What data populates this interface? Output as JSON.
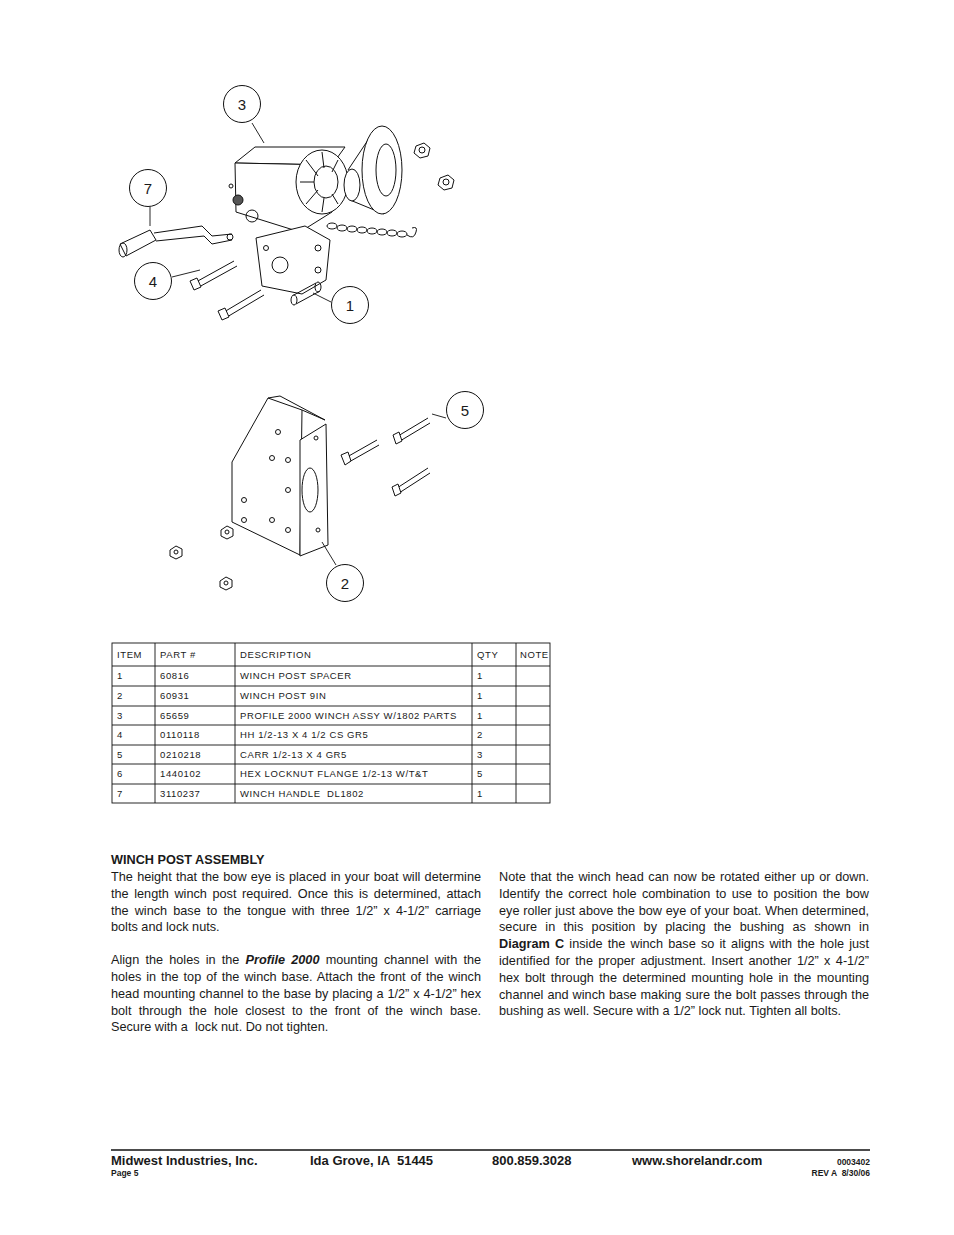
{
  "diagram": {
    "title": "WINCH POST ASSEMBLY",
    "nodes": [
      {
        "text": [
          "3"
        ]
      },
      {
        "text": [
          "7"
        ]
      },
      {
        "text": [
          "4"
        ]
      },
      {
        "text": [
          "1"
        ]
      },
      {
        "text": [
          "5"
        ]
      },
      {
        "text": [
          "2"
        ]
      }
    ],
    "labels": [
      "ITEM",
      "PART #",
      "DESCRIPTION",
      "QTY",
      "NOTE",
      "1",
      "60816",
      "WINCH POST SPACER",
      "1",
      "2",
      "60931",
      "WINCH POST 9IN",
      "1",
      "3",
      "65659",
      "PROFILE 2000 WINCH ASSY W/1802 PARTS",
      "1",
      "4",
      "0110118",
      "HH 1/2-13 X 4 1/2 CS GR5",
      "2",
      "5",
      "0210218",
      "CARR 1/2-13 X 4 GR5",
      "3",
      "6",
      "1440102",
      "HEX LOCKNUT FLANGE 1/2-13 W/T&T",
      "5",
      "7",
      "3110237",
      "WINCH HANDLE  DL1802",
      "1",
      "The height that the bow eye is placed in your boat will determine the length winch post required. Once this is determined, attach the winch base to the tongue with three 1/2” x 4-1/2” carriage bolts and lock nuts.",
      "Align the holes in the",
      "Profile 2000",
      "mounting channel with the holes in the top of the winch base. Attach the front of the winch head mounting channel to the base by placing a 1/2” x 4-1/2” hex bolt through the hole closest to the front of the winch base. Secure with a  lock nut. Do not tighten.",
      "Note that the winch head can now be rotated either up or down. Identify the correct hole combination to use to position the bow eye roller just above the bow eye of your boat. When determined, secure in this position by placing the bushing as shown in",
      "Diagram C",
      "inside the winch base so it aligns with the hole just identified for the proper adjustment. Insert another 1/2” x 4-1/2” hex bolt through the determined mounting hole in the mounting channel and winch base making sure the bolt passes through the bushing as well. Secure with a 1/2” lock nut. Tighten all bolts.",
      "Midwest Industries, Inc.",
      "Ida Grove, IA  51445",
      "800.859.3028",
      "www.shorelandr.com",
      "0003402",
      "Page 5",
      "REV A  8/30/06"
    ]
  }
}
